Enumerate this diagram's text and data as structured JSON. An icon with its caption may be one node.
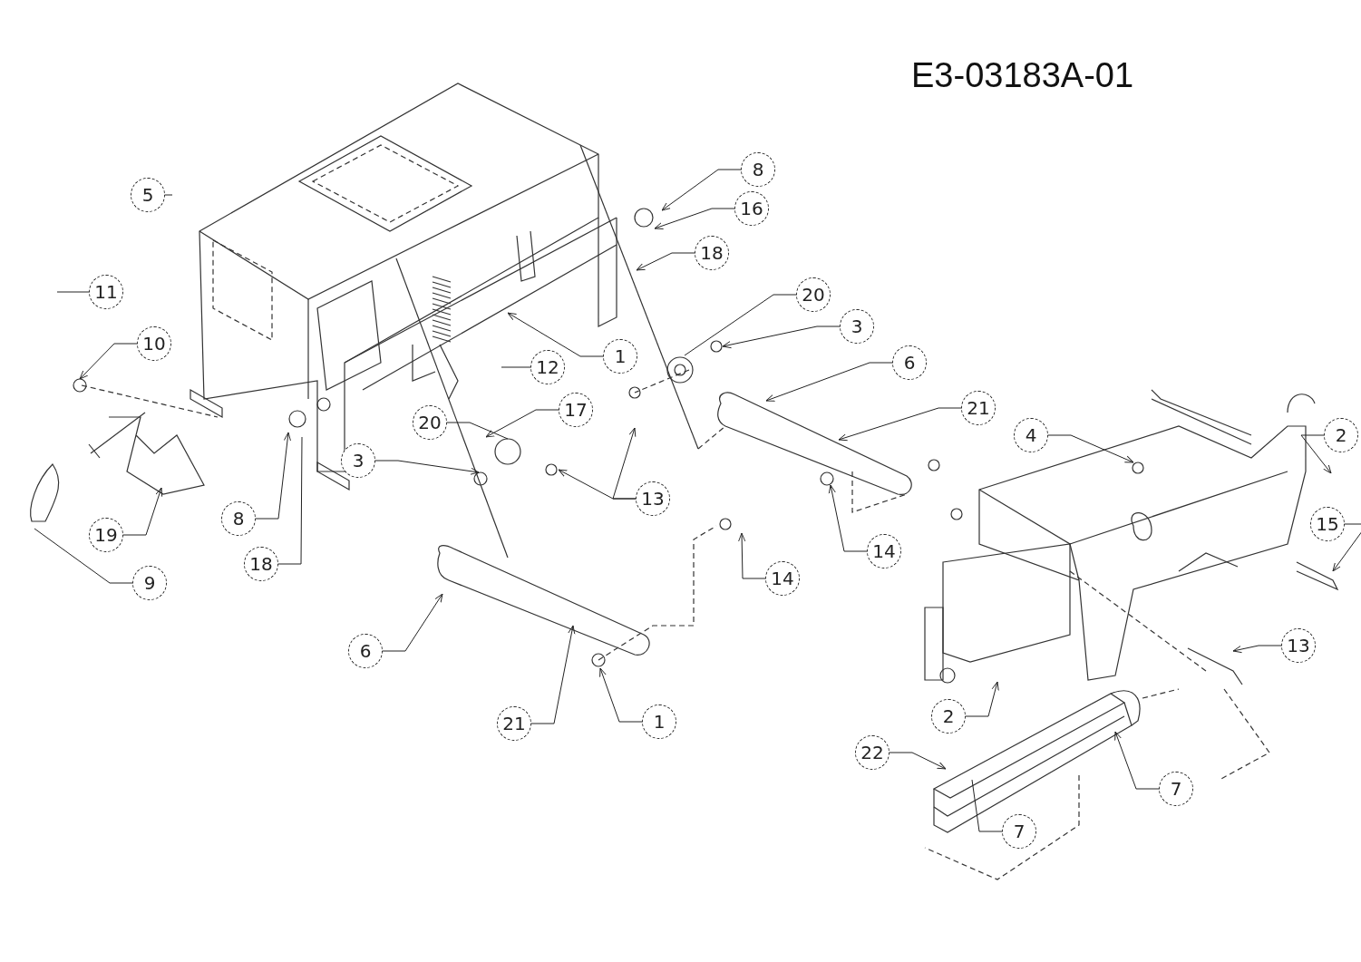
{
  "diagram": {
    "nodes": [
      {
        "text": [
          "11"
        ]
      },
      {
        "text": [
          "10"
        ]
      },
      {
        "text": [
          "5"
        ]
      },
      {
        "text": [
          "12"
        ]
      },
      {
        "text": [
          "1"
        ]
      },
      {
        "text": [
          "8"
        ]
      },
      {
        "text": [
          "16"
        ]
      },
      {
        "text": [
          "18"
        ]
      },
      {
        "text": [
          "20"
        ]
      },
      {
        "text": [
          "3"
        ]
      },
      {
        "text": [
          "6"
        ]
      },
      {
        "text": [
          "21"
        ]
      },
      {
        "text": [
          "20"
        ]
      },
      {
        "text": [
          "17"
        ]
      },
      {
        "text": [
          "3"
        ]
      },
      {
        "text": [
          "13"
        ]
      },
      {
        "text": [
          "19"
        ]
      },
      {
        "text": [
          "8"
        ]
      },
      {
        "text": [
          "18"
        ]
      },
      {
        "text": [
          "9"
        ]
      },
      {
        "text": [
          "14"
        ]
      },
      {
        "text": [
          "6"
        ]
      },
      {
        "text": [
          "21"
        ]
      },
      {
        "text": [
          "1"
        ]
      },
      {
        "text": [
          "14"
        ]
      },
      {
        "text": [
          "4"
        ]
      },
      {
        "text": [
          "2"
        ]
      },
      {
        "text": [
          "15"
        ]
      },
      {
        "text": [
          "13"
        ]
      },
      {
        "text": [
          "2"
        ]
      },
      {
        "text": [
          "22"
        ]
      },
      {
        "text": [
          "7"
        ]
      },
      {
        "text": [
          "7"
        ]
      }
    ],
    "edges": [
      {
        "from": 0,
        "to": null,
        "arrow": "none"
      },
      {
        "from": 1,
        "to": null,
        "arrow": "to"
      },
      {
        "from": 2,
        "to": null,
        "arrow": "none"
      },
      {
        "from": 3,
        "to": null,
        "arrow": "none"
      },
      {
        "from": 4,
        "to": null,
        "arrow": "to"
      },
      {
        "from": 5,
        "to": null,
        "arrow": "to"
      },
      {
        "from": 6,
        "to": null,
        "arrow": "to"
      },
      {
        "from": 7,
        "to": null,
        "arrow": "to"
      },
      {
        "from": 8,
        "to": null,
        "arrow": "none"
      },
      {
        "from": 9,
        "to": null,
        "arrow": "to"
      },
      {
        "from": 10,
        "to": null,
        "arrow": "to"
      },
      {
        "from": 11,
        "to": null,
        "arrow": "to"
      },
      {
        "from": 12,
        "to": null,
        "arrow": "none"
      },
      {
        "from": 13,
        "to": null,
        "arrow": "to"
      },
      {
        "from": 14,
        "to": null,
        "arrow": "to"
      },
      {
        "from": 15,
        "to": null,
        "arrow": "to"
      },
      {
        "from": 15,
        "to": null,
        "arrow": "to"
      },
      {
        "from": 16,
        "to": null,
        "arrow": "to"
      },
      {
        "from": 17,
        "to": null,
        "arrow": "to"
      },
      {
        "from": 18,
        "to": null,
        "arrow": "none"
      },
      {
        "from": 19,
        "to": null,
        "arrow": "none"
      },
      {
        "from": 20,
        "to": null,
        "arrow": "to"
      },
      {
        "from": 21,
        "to": null,
        "arrow": "to"
      },
      {
        "from": 22,
        "to": null,
        "arrow": "to"
      },
      {
        "from": 23,
        "to": null,
        "arrow": "to"
      },
      {
        "from": 24,
        "to": null,
        "arrow": "to"
      },
      {
        "from": 25,
        "to": null,
        "arrow": "to"
      },
      {
        "from": 26,
        "to": null,
        "arrow": "to"
      },
      {
        "from": 27,
        "to": null,
        "arrow": "to"
      },
      {
        "from": 28,
        "to": null,
        "arrow": "to"
      },
      {
        "from": 29,
        "to": null,
        "arrow": "to"
      },
      {
        "from": 30,
        "to": null,
        "arrow": "to"
      },
      {
        "from": 31,
        "to": null,
        "arrow": "to"
      },
      {
        "from": 32,
        "to": null,
        "arrow": "none"
      }
    ],
    "labels": [
      "E3-03183A-01"
    ]
  }
}
